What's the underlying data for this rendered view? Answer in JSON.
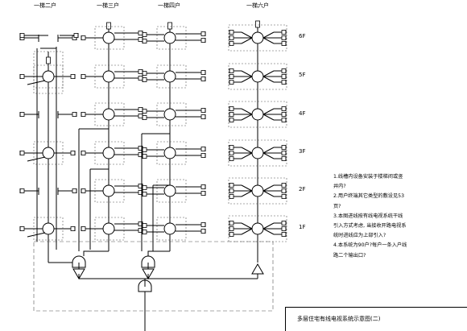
{
  "columns": [
    {
      "label": "一梯二户"
    },
    {
      "label": "一梯三户"
    },
    {
      "label": "一梯四户"
    },
    {
      "label": "一梯六户"
    }
  ],
  "floors": [
    "6F",
    "5F",
    "4F",
    "3F",
    "2F",
    "1F"
  ],
  "notes": [
    "1.线槽内设备安装于楼梯间或竖井内?",
    "2.用户终端其它类型的敷设见53页?",
    "3.本图进线按有线电视系统干线引入方式考虑, 当接收开路电视系统时进线应为上部引入?",
    "4.本系统为90户?每户一条入户线路二个输出口?"
  ],
  "title": "多层住宅有线电视系统示意图(二)"
}
